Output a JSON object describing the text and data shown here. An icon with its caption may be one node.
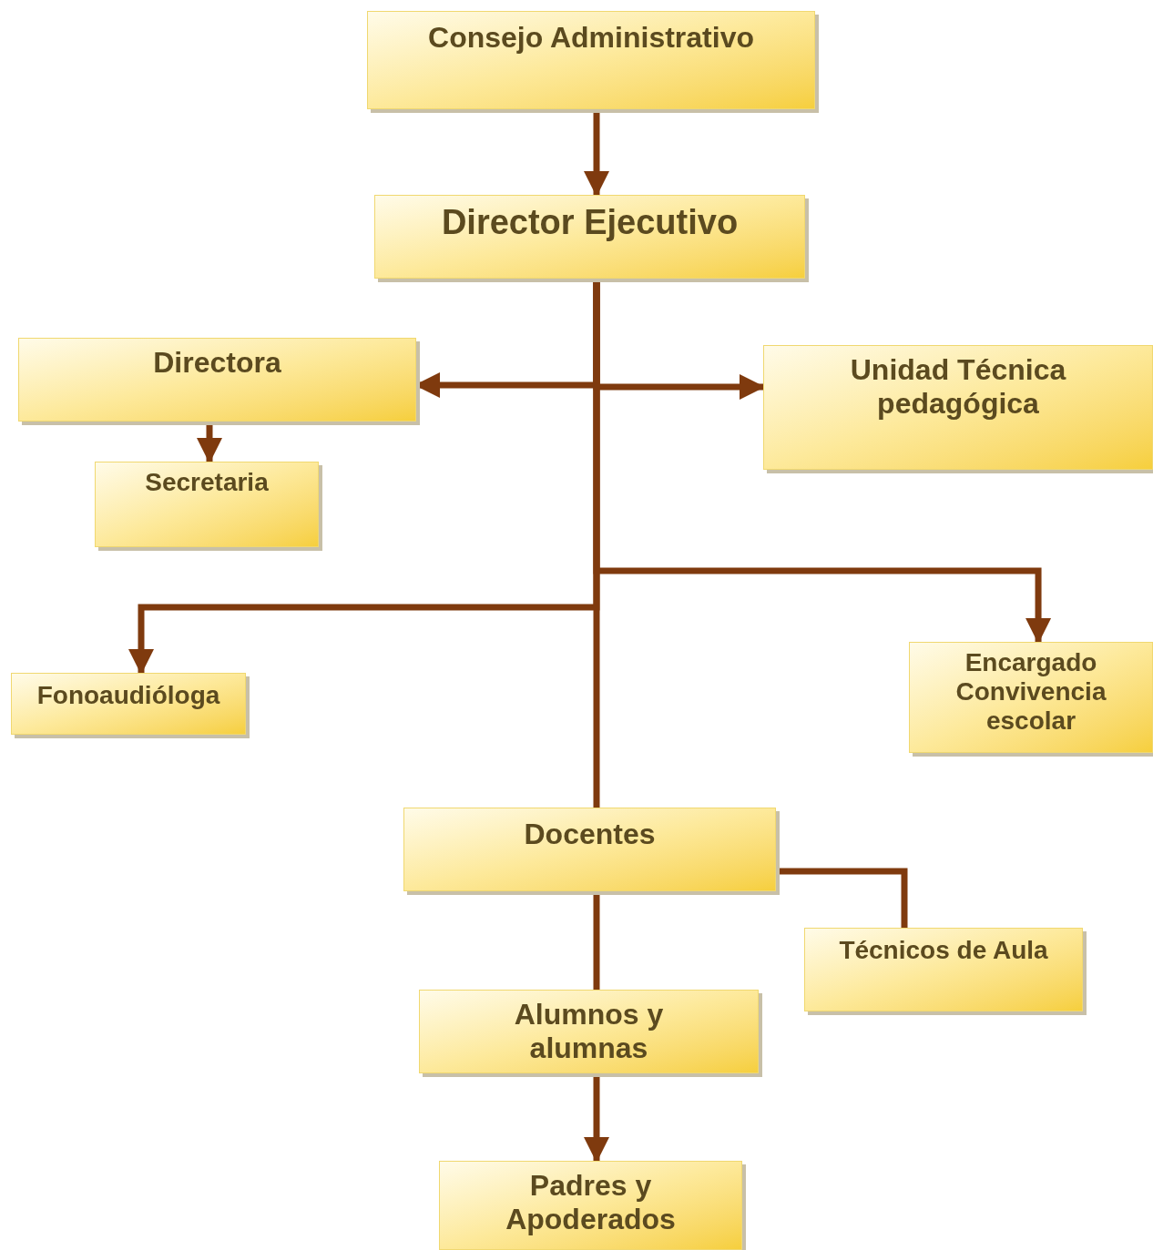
{
  "diagram": {
    "nodes": [
      {
        "text": [
          "Consejo Administrativo"
        ]
      },
      {
        "text": [
          "Director Ejecutivo"
        ]
      },
      {
        "text": [
          "Directora"
        ]
      },
      {
        "text": [
          "Unidad Técnica pedagógica"
        ]
      },
      {
        "text": [
          "Secretaria"
        ]
      },
      {
        "text": [
          "Fonoaudióloga"
        ]
      },
      {
        "text": [
          "Encargado Convivencia escolar"
        ]
      },
      {
        "text": [
          "Docentes"
        ]
      },
      {
        "text": [
          "Técnicos de Aula"
        ]
      },
      {
        "text": [
          "Alumnos y alumnas"
        ]
      },
      {
        "text": [
          "Padres y Apoderados"
        ]
      }
    ],
    "edges": [
      {
        "from": 0,
        "to": 1,
        "arrow": "to"
      },
      {
        "from": 1,
        "to": 2,
        "arrow": "to"
      },
      {
        "from": 1,
        "to": 3,
        "arrow": "to"
      },
      {
        "from": 2,
        "to": 4,
        "arrow": "to"
      },
      {
        "from": 1,
        "to": 5,
        "arrow": "to"
      },
      {
        "from": 1,
        "to": 6,
        "arrow": "to"
      },
      {
        "from": 1,
        "to": 7,
        "arrow": "none"
      },
      {
        "from": 7,
        "to": 8,
        "arrow": "none"
      },
      {
        "from": 7,
        "to": 9,
        "arrow": "none"
      },
      {
        "from": 9,
        "to": 10,
        "arrow": "to"
      }
    ]
  }
}
